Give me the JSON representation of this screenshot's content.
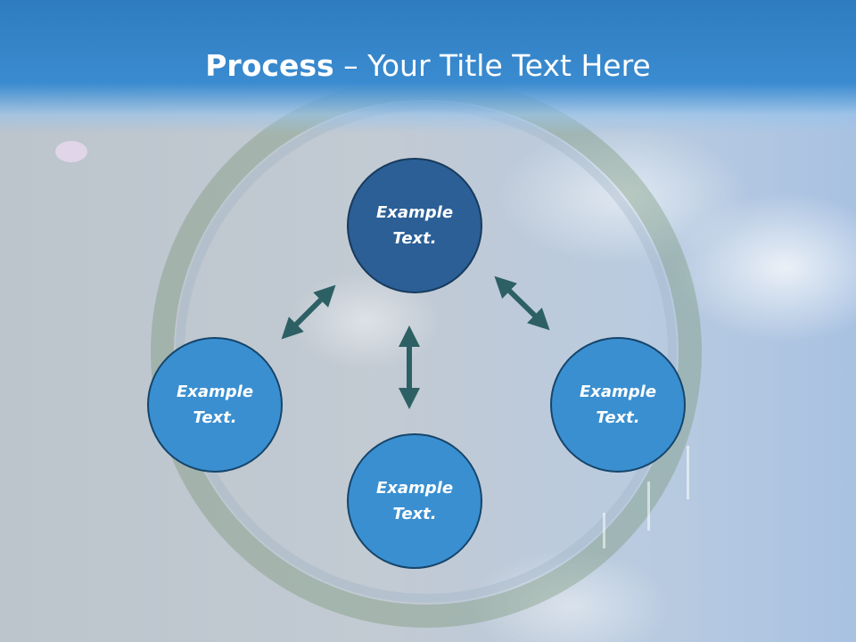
{
  "header": {
    "title_bold": "Process",
    "title_rest": " – Your Title Text Here"
  },
  "diagram": {
    "nodes": [
      {
        "label": "Example\nText.",
        "fill": "#2b5f96"
      },
      {
        "label": "Example\nText.",
        "fill": "#3a8fd0"
      },
      {
        "label": "Example\nText.",
        "fill": "#3a8fd0"
      },
      {
        "label": "Example\nText.",
        "fill": "#3a8fd0"
      }
    ],
    "arrow_color": "#2d6064"
  }
}
